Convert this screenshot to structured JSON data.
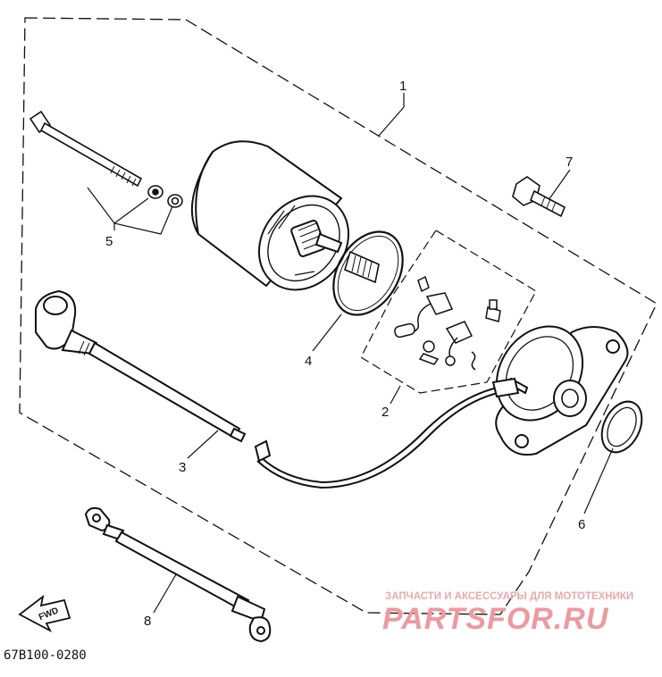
{
  "callouts": [
    {
      "id": "1",
      "label": "1"
    },
    {
      "id": "2",
      "label": "2"
    },
    {
      "id": "3",
      "label": "3"
    },
    {
      "id": "4",
      "label": "4"
    },
    {
      "id": "5",
      "label": "5"
    },
    {
      "id": "6",
      "label": "6"
    },
    {
      "id": "7",
      "label": "7"
    },
    {
      "id": "8",
      "label": "8"
    }
  ],
  "diagram_code": "67B100-0280",
  "forward_arrow_label": "FWD",
  "watermark": {
    "caption": "ЗАПЧАСТИ И АКСЕССУАРЫ ДЛЯ МОТОТЕХНИКИ",
    "logo": "PARTSFOR.RU"
  }
}
